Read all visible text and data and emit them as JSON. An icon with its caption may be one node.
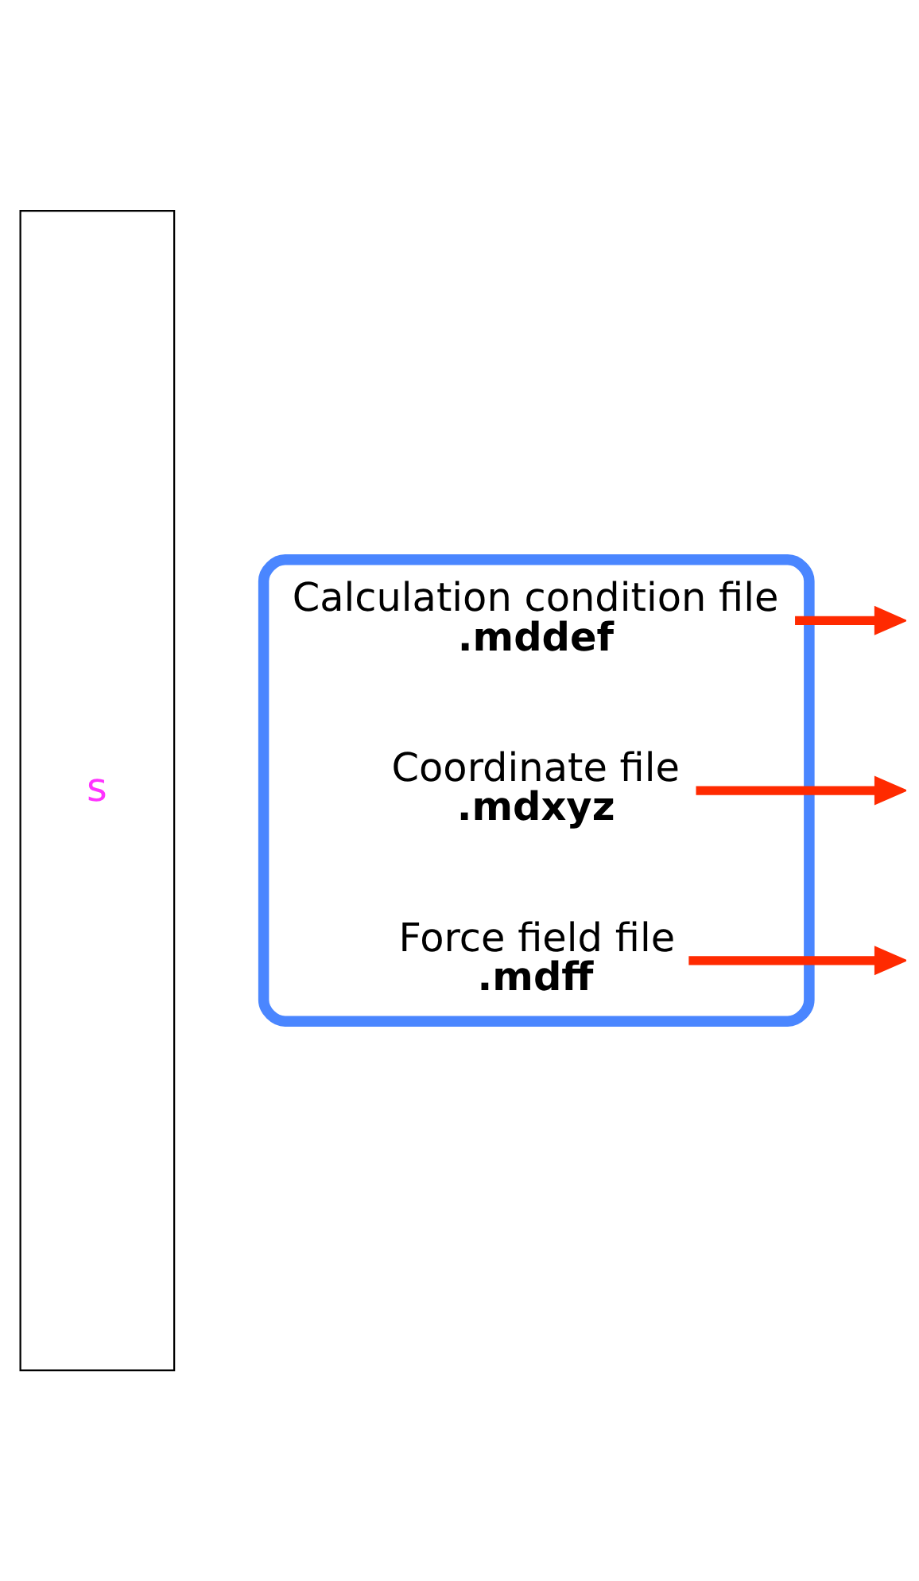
{
  "diagram": {
    "nodes": [
      {
        "text": [
          "s"
        ]
      },
      {
        "text": [],
        "shape": "ellipse"
      },
      {
        "text": [
          "Calculation condition file",
          ".mddef"
        ],
        "in": 1
      },
      {
        "text": [
          "Coordinate file",
          ".mdxyz"
        ],
        "in": 1
      },
      {
        "text": [
          "Force field file",
          ".mdff"
        ],
        "in": 1
      }
    ],
    "edges": [
      {
        "from": 2,
        "to": null,
        "arrow": "to"
      },
      {
        "from": 3,
        "to": null,
        "arrow": "to"
      },
      {
        "from": 4,
        "to": null,
        "arrow": "to"
      }
    ]
  }
}
